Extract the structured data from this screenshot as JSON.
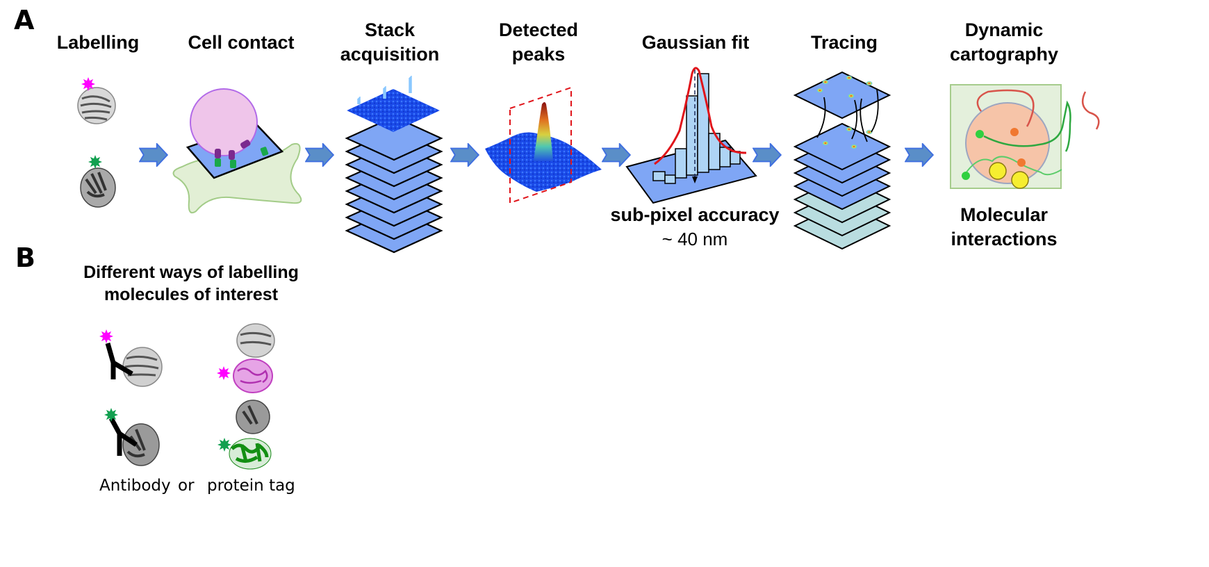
{
  "panel_a": {
    "letter": "A",
    "steps": [
      {
        "title_line1": "Labelling",
        "title_line2": ""
      },
      {
        "title_line1": "Cell contact",
        "title_line2": ""
      },
      {
        "title_line1": "Stack",
        "title_line2": "acquisition"
      },
      {
        "title_line1": "Detected",
        "title_line2": "peaks"
      },
      {
        "title_line1": "Gaussian fit",
        "title_line2": ""
      },
      {
        "title_line1": "Tracing",
        "title_line2": ""
      },
      {
        "title_line1": "Dynamic",
        "title_line2": "cartography"
      }
    ],
    "gaussian_caption": {
      "line1": "sub-pixel accuracy",
      "line2": "~ 40 nm"
    },
    "cartography_caption": {
      "line1": "Molecular",
      "line2": "interactions"
    }
  },
  "panel_b": {
    "letter": "B",
    "title_line1": "Different ways of labelling",
    "title_line2": "molecules of interest",
    "label_antibody": "Antibody",
    "label_or": "or",
    "label_protein_tag": "protein tag"
  },
  "colors": {
    "arrow": "#4a86d0",
    "arrow_fill": "#5b8fc9",
    "plane": "#7fa6f5",
    "plane_light": "#b9dde0",
    "magenta": "#ff00ff",
    "green": "#12a050",
    "red_fit": "#e0141a"
  }
}
